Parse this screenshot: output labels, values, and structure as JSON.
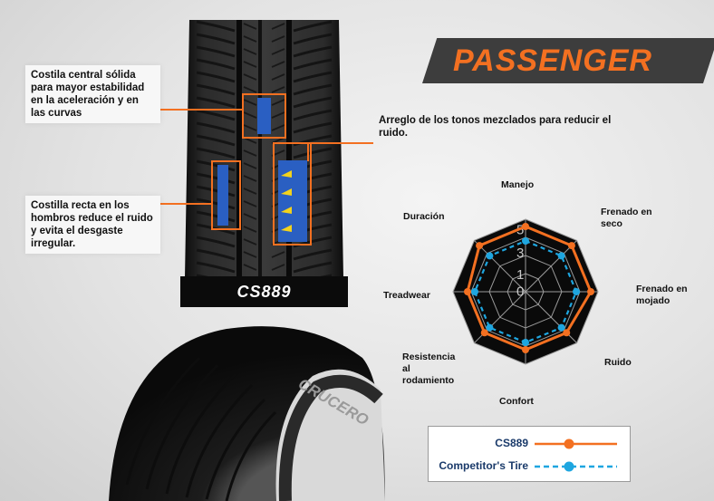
{
  "banner": {
    "text": "PASSENGER",
    "accent": "#f37021"
  },
  "model": {
    "label": "CS889"
  },
  "callouts": {
    "center_rib": "Costila central sólida para mayor estabilidad en la aceleración y en las curvas",
    "shoulder_rib": "Costilla recta en los hombros reduce el ruido y evita el desgaste irregular.",
    "pitch": "Arreglo de los tonos mezclados para reducir el ruido."
  },
  "brand_sidewall": "CRUCERO",
  "chart_data": {
    "type": "radar",
    "categories": [
      "Manejo",
      "Frenado en seco",
      "Frenado en mojado",
      "Ruido",
      "Confort",
      "Resistencia al rodamiento",
      "Treadwear",
      "Duración"
    ],
    "ticks": [
      "0",
      "1",
      "3",
      "5"
    ],
    "rmax": 5,
    "series": [
      {
        "name": "CS889",
        "color": "#f37021",
        "style": "solid",
        "values": [
          4.5,
          4.5,
          4.5,
          4,
          4,
          4,
          4,
          4.5
        ]
      },
      {
        "name": "Competitor's Tire",
        "color": "#1ea6e0",
        "style": "dashed",
        "values": [
          3.5,
          3.5,
          3.5,
          3.5,
          3.5,
          3.5,
          3.5,
          3.5
        ]
      }
    ],
    "legend_position": "bottom"
  }
}
